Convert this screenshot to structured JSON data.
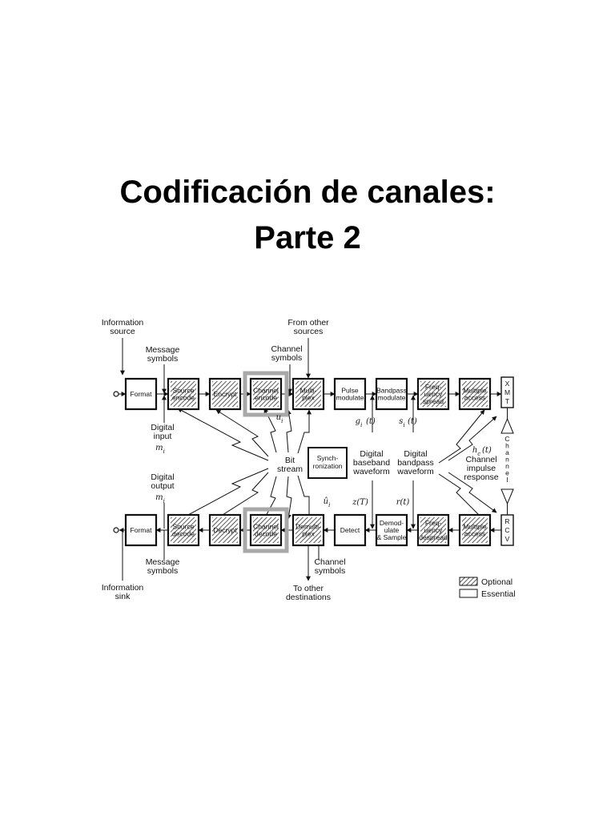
{
  "title": {
    "line1": "Codificación de canales:",
    "line2": "Parte 2"
  },
  "diagram": {
    "labels": {
      "information_source": [
        "Information",
        "source"
      ],
      "message_symbols_top": [
        "Message",
        "symbols"
      ],
      "from_other_sources": [
        "From other",
        "sources"
      ],
      "channel_symbols_top": [
        "Channel",
        "symbols"
      ],
      "digital_input": [
        "Digital",
        "input"
      ],
      "digital_input_sym": "m",
      "bit_stream": [
        "Bit",
        "stream"
      ],
      "digital_baseband": [
        "Digital",
        "baseband",
        "waveform"
      ],
      "digital_bandpass": [
        "Digital",
        "bandpass",
        "waveform"
      ],
      "channel_impulse": [
        "Channel",
        "impulse",
        "response"
      ],
      "digital_output": [
        "Digital",
        "output"
      ],
      "digital_output_sym": "m",
      "message_symbols_bottom": [
        "Message",
        "symbols"
      ],
      "information_sink": [
        "Information",
        "sink"
      ],
      "to_other_destinations": [
        "To other",
        "destinations"
      ],
      "channel_symbols_bottom": [
        "Channel",
        "symbols"
      ],
      "sym_ui": "u",
      "sym_ui_hat": "û",
      "sym_gi": "g",
      "sym_si": "s",
      "sym_hc": "h",
      "sym_zt": "z(T)",
      "sym_rt": "r(t)",
      "channel_vertical": [
        "C",
        "h",
        "a",
        "n",
        "n",
        "e",
        "l"
      ]
    },
    "tx_blocks": [
      {
        "lines": [
          "Format"
        ],
        "optional": false
      },
      {
        "lines": [
          "Source",
          "encode"
        ],
        "optional": true
      },
      {
        "lines": [
          "Encrypt"
        ],
        "optional": true
      },
      {
        "lines": [
          "Channel",
          "encode"
        ],
        "optional": true,
        "highlight": true
      },
      {
        "lines": [
          "Multi-",
          "plex"
        ],
        "optional": true
      },
      {
        "lines": [
          "Pulse",
          "modulate"
        ],
        "optional": false
      },
      {
        "lines": [
          "Bandpass",
          "modulate"
        ],
        "optional": false
      },
      {
        "lines": [
          "Freq-",
          "uency",
          "spread"
        ],
        "optional": true
      },
      {
        "lines": [
          "Multiple",
          "access"
        ],
        "optional": true
      }
    ],
    "rx_blocks": [
      {
        "lines": [
          "Format"
        ],
        "optional": false
      },
      {
        "lines": [
          "Source",
          "decode"
        ],
        "optional": true
      },
      {
        "lines": [
          "Decrypt"
        ],
        "optional": true
      },
      {
        "lines": [
          "Channel",
          "decode"
        ],
        "optional": true,
        "highlight": true
      },
      {
        "lines": [
          "Demulti-",
          "plex"
        ],
        "optional": true
      },
      {
        "lines": [
          "Detect"
        ],
        "optional": false
      },
      {
        "lines": [
          "Demod-",
          "ulate",
          "& Sample"
        ],
        "optional": false
      },
      {
        "lines": [
          "Freq-",
          "uency",
          "despread"
        ],
        "optional": true
      },
      {
        "lines": [
          "Multiple",
          "access"
        ],
        "optional": true
      }
    ],
    "xmt": [
      "X",
      "M",
      "T"
    ],
    "rcv": [
      "R",
      "C",
      "V"
    ],
    "sync": [
      "Synch-",
      "ronization"
    ],
    "legend": [
      {
        "label": "Optional",
        "optional": true
      },
      {
        "label": "Essential",
        "optional": false
      }
    ]
  },
  "colors": {
    "line": "#111111",
    "highlight": "#a8a8a8",
    "hatch": "#333333"
  }
}
